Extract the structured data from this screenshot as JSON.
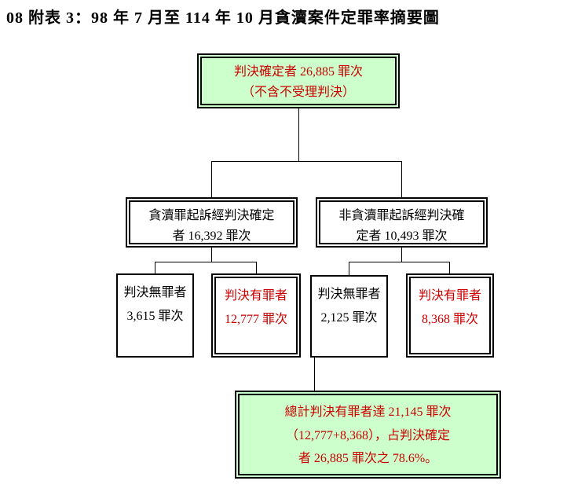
{
  "title": "08 附表 3：98 年 7 月至 114 年 10 月貪瀆案件定罪率摘要圖",
  "colors": {
    "highlight_fill": "#ccffcc",
    "emphasis_text": "#cc0000",
    "line_color": "#000000"
  },
  "nodes": {
    "root": {
      "line1": "判決確定者 26,885 罪次",
      "line2": "（不含不受理判決）"
    },
    "left_branch": {
      "line1": "貪瀆罪起訴經判決確定",
      "line2": "者 16,392 罪次"
    },
    "right_branch": {
      "line1": "非貪瀆罪起訴經判決確",
      "line2": "定者 10,493 罪次"
    },
    "left_acquitted": {
      "line1": "判決無罪者",
      "line2": "3,615 罪次"
    },
    "left_convicted": {
      "line1": "判決有罪者",
      "line2": "12,777 罪次"
    },
    "right_acquitted": {
      "line1": "判決無罪者",
      "line2": "2,125 罪次"
    },
    "right_convicted": {
      "line1": "判決有罪者",
      "line2": "8,368 罪次"
    },
    "summary": {
      "line1": "總計判決有罪者達 21,145 罪次",
      "line2": "（12,777+8,368），占判決確定",
      "line3": "者 26,885 罪次之 78.6%。"
    }
  }
}
